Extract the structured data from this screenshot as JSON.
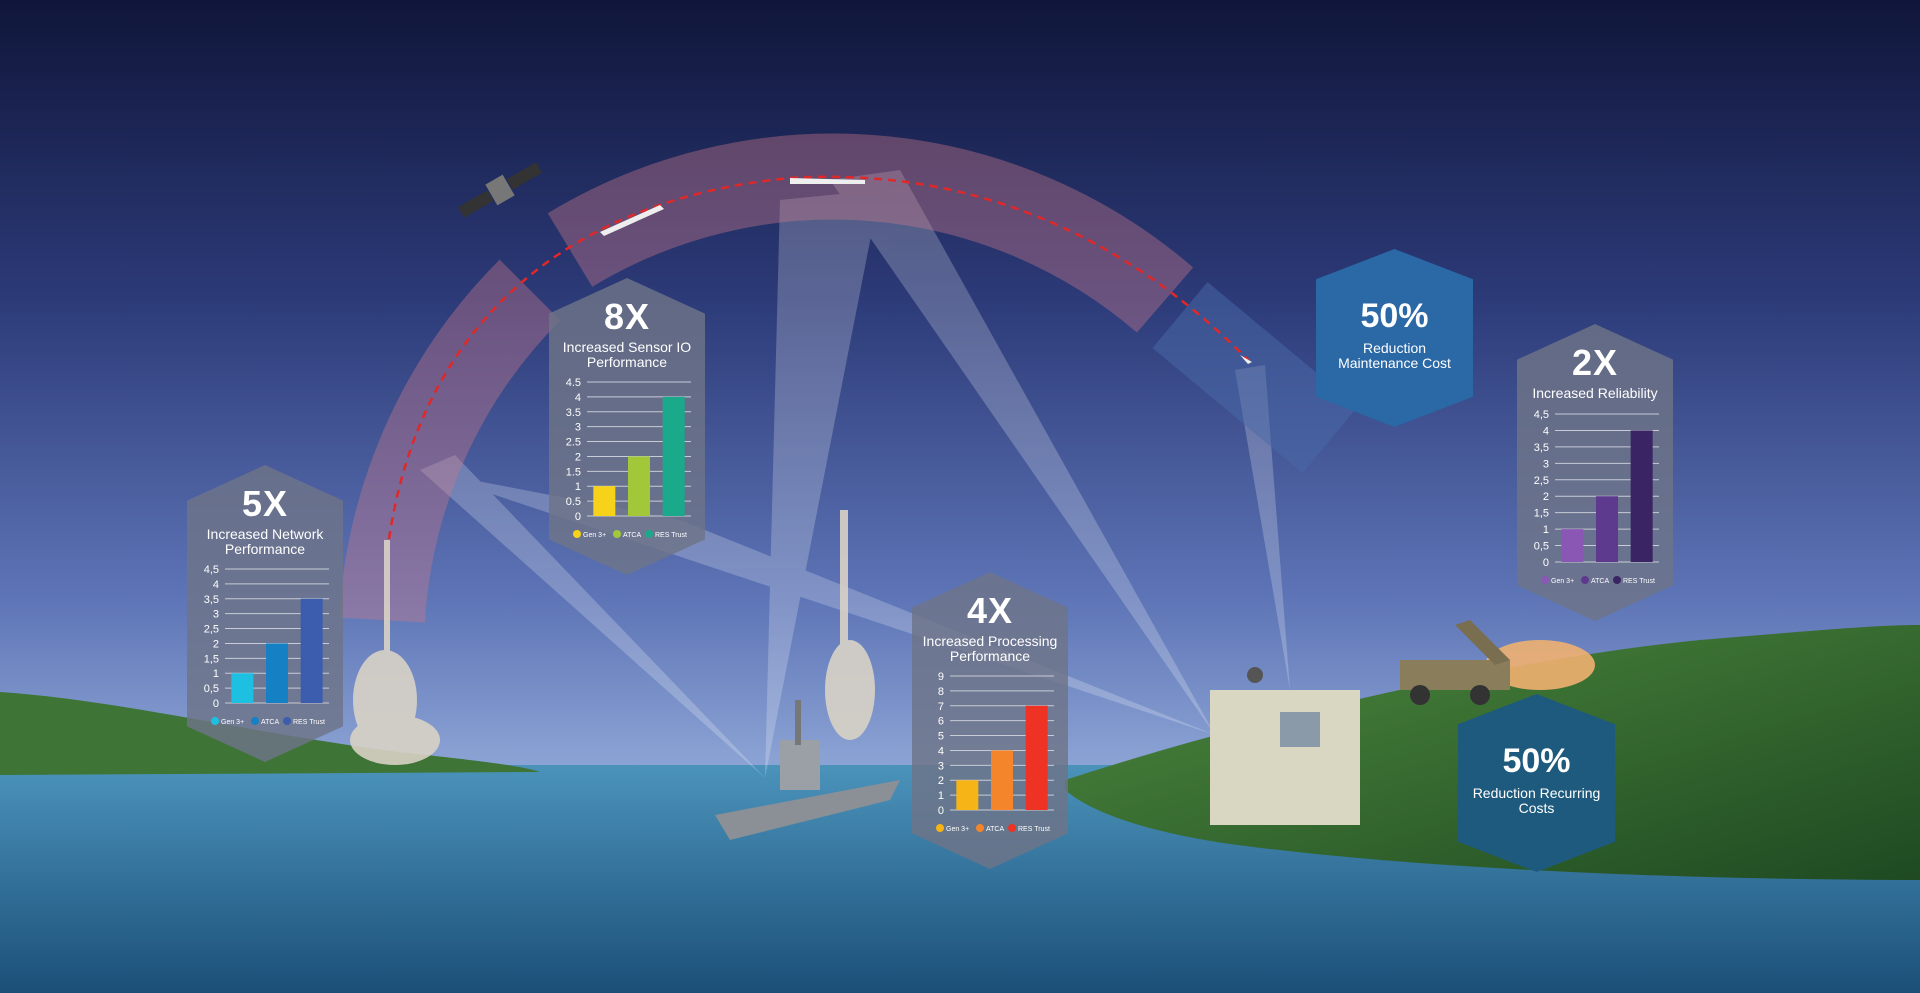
{
  "kpis": [
    {
      "value": "50%",
      "label": "Reduction Maintenance Cost",
      "color": "#2a68a6"
    },
    {
      "value": "50%",
      "label": "Reduction Recurring Costs",
      "color": "#1d5a7e"
    }
  ],
  "chart_data": [
    {
      "type": "bar",
      "title": "5X",
      "subtitle": "Increased Network Performance",
      "categories": [
        "Gen 3+",
        "ATCA",
        "RES Trust"
      ],
      "values": [
        1,
        2,
        3.5
      ],
      "colors": [
        "#1ec0e2",
        "#1680c4",
        "#3c5cae"
      ],
      "ylim": [
        0,
        4.5
      ],
      "yticks": [
        "0",
        "0,5",
        "1",
        "1,5",
        "2",
        "2,5",
        "3",
        "3,5",
        "4",
        "4,5"
      ],
      "grid": true,
      "legend": "bottom"
    },
    {
      "type": "bar",
      "title": "8X",
      "subtitle": "Increased Sensor IO Performance",
      "categories": [
        "Gen 3+",
        "ATCA",
        "RES Trust"
      ],
      "values": [
        1,
        2,
        4
      ],
      "colors": [
        "#f7d21a",
        "#a2c83a",
        "#1aa98a"
      ],
      "ylim": [
        0,
        4.5
      ],
      "yticks": [
        "0",
        "0.5",
        "1",
        "1.5",
        "2",
        "2.5",
        "3",
        "3.5",
        "4",
        "4.5"
      ],
      "grid": true,
      "legend": "bottom"
    },
    {
      "type": "bar",
      "title": "4X",
      "subtitle": "Increased Processing Performance",
      "categories": [
        "Gen 3+",
        "ATCA",
        "RES Trust"
      ],
      "values": [
        2,
        4,
        7
      ],
      "colors": [
        "#f7b417",
        "#f5852a",
        "#ee3324"
      ],
      "ylim": [
        0,
        9
      ],
      "yticks": [
        "0",
        "1",
        "2",
        "3",
        "4",
        "5",
        "6",
        "7",
        "8",
        "9"
      ],
      "grid": true,
      "legend": "bottom"
    },
    {
      "type": "bar",
      "title": "2X",
      "subtitle": "Increased Reliability",
      "categories": [
        "Gen 3+",
        "ATCA",
        "RES Trust"
      ],
      "values": [
        1,
        2,
        4
      ],
      "colors": [
        "#8a58b4",
        "#5e3a8e",
        "#3a2464"
      ],
      "ylim": [
        0,
        4.5
      ],
      "yticks": [
        "0",
        "0,5",
        "1",
        "1,5",
        "2",
        "2,5",
        "3",
        "3,5",
        "4",
        "4,5"
      ],
      "grid": true,
      "legend": "bottom"
    }
  ]
}
